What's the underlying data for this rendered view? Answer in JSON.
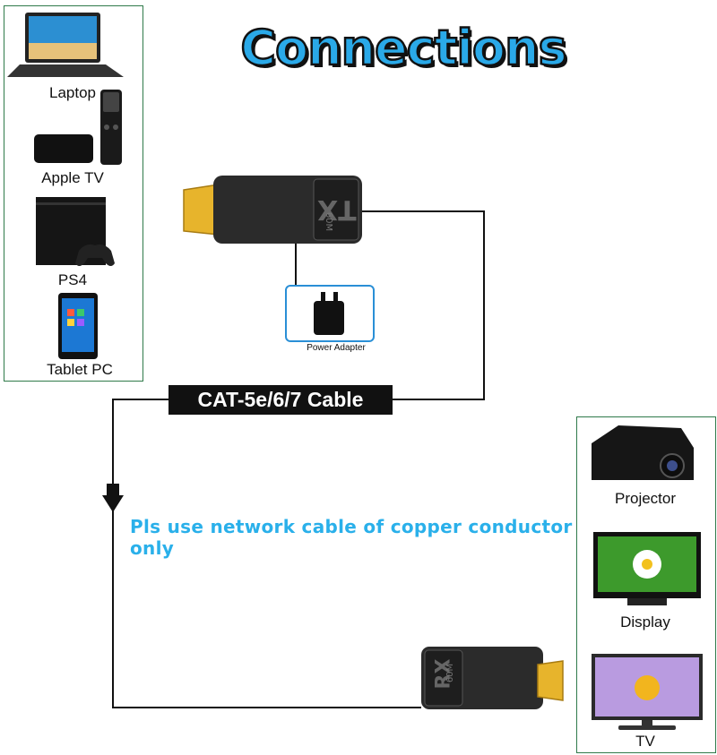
{
  "title": "Connections",
  "sources": [
    {
      "label": "Laptop",
      "icon": "laptop-icon"
    },
    {
      "label": "Apple TV",
      "icon": "apple-tv-icon"
    },
    {
      "label": "PS4",
      "icon": "ps4-icon"
    },
    {
      "label": "Tablet PC",
      "icon": "tablet-icon"
    }
  ],
  "transmitter": {
    "line1": "TX",
    "line2": "60M"
  },
  "receiver": {
    "line1": "RX",
    "line2": "60M"
  },
  "power_adapter": {
    "label": "Power Adapter"
  },
  "cable": {
    "label": "CAT-5e/6/7 Cable"
  },
  "note": "Pls use network cable of copper conductor only",
  "displays": [
    {
      "label": "Projector",
      "icon": "projector-icon"
    },
    {
      "label": "Display",
      "icon": "monitor-icon"
    },
    {
      "label": "TV",
      "icon": "tv-icon"
    }
  ],
  "colors": {
    "title": "#2aa9e8",
    "note": "#2ab0ea",
    "panel_border": "#2f7a4a",
    "adapter_border": "#2a8fd6"
  }
}
